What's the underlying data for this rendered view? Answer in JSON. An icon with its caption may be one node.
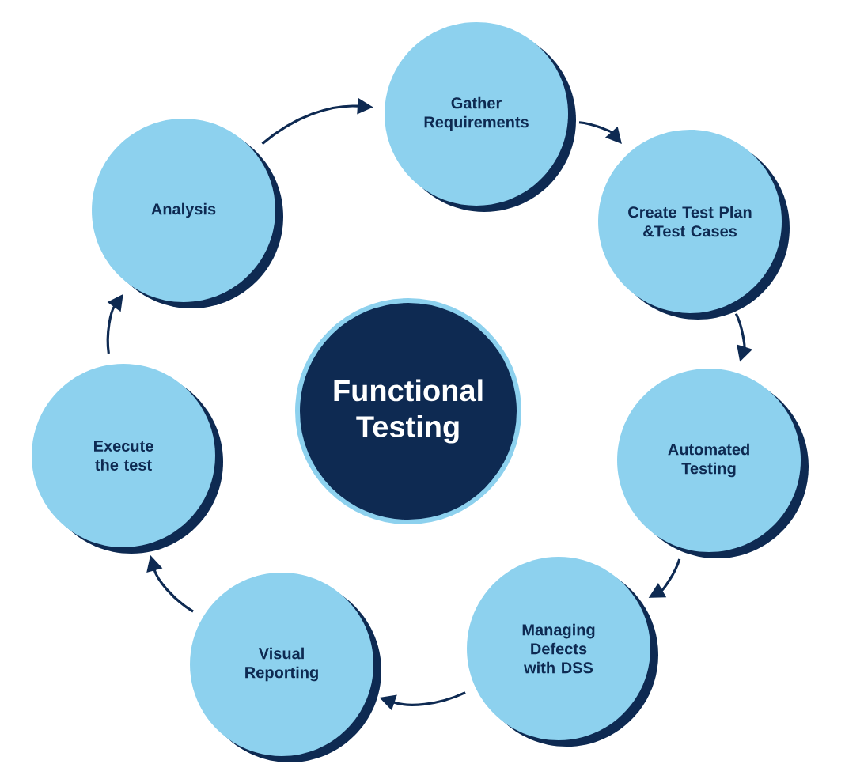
{
  "diagram": {
    "nodes": [
      {
        "text": [
          "Functional Testing"
        ]
      },
      {
        "text": [
          "Gather Requirements"
        ]
      },
      {
        "text": [
          "Create Test Plan &Test Cases"
        ]
      },
      {
        "text": [
          "Automated Testing"
        ]
      },
      {
        "text": [
          "Managing Defects with DSS"
        ]
      },
      {
        "text": [
          "Visual Reporting"
        ]
      },
      {
        "text": [
          "Execute the test"
        ]
      },
      {
        "text": [
          "Analysis"
        ]
      }
    ],
    "edges": [
      {
        "from": 1,
        "to": 2,
        "arrow": "to"
      },
      {
        "from": 2,
        "to": 3,
        "arrow": "to"
      },
      {
        "from": 3,
        "to": 4,
        "arrow": "to"
      },
      {
        "from": 4,
        "to": 5,
        "arrow": "to"
      },
      {
        "from": 5,
        "to": 6,
        "arrow": "to"
      },
      {
        "from": 6,
        "to": 7,
        "arrow": "to"
      },
      {
        "from": 7,
        "to": 1,
        "arrow": "to"
      }
    ]
  }
}
